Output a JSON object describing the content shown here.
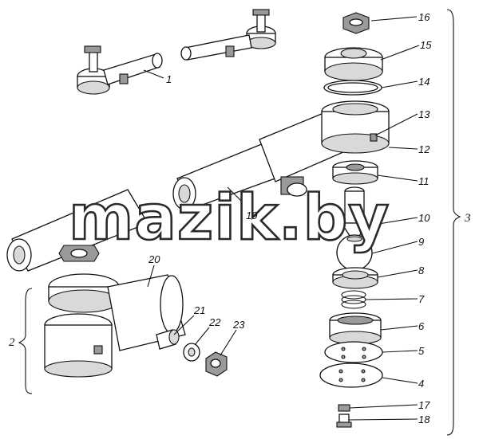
{
  "watermark": "mazik.by",
  "group_labels": [
    "1",
    "2",
    "3"
  ],
  "callouts": [
    "1",
    "4",
    "5",
    "6",
    "7",
    "8",
    "9",
    "10",
    "11",
    "12",
    "13",
    "14",
    "15",
    "16",
    "17",
    "18",
    "19",
    "20",
    "21",
    "22",
    "23"
  ],
  "colors": {
    "line": "#111111",
    "shade": "#d9d9d9",
    "dark": "#9a9a9a",
    "watermark_stroke": "#2a2a2a"
  }
}
